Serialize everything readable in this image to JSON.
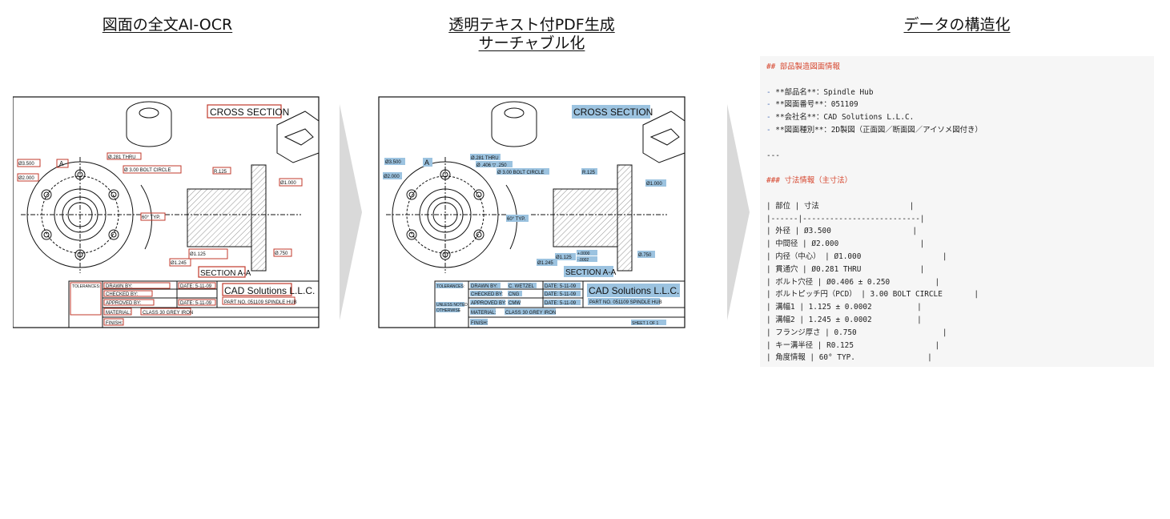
{
  "headers": {
    "ocr": "図面の全文AI-OCR",
    "pdf_line1": "透明テキスト付PDF生成",
    "pdf_line2": "サーチャブル化",
    "structure": "データの構造化"
  },
  "drawing": {
    "cross_section": "CROSS SECTION",
    "section": "SECTION A-A",
    "company": "CAD Solutions L.L.C.",
    "part_no": "PART NO. 051109 SPINDLE HUB",
    "drawn_by": "DRAWN BY:",
    "drawn_name": "C. WETZEL",
    "checked_by": "CHECKED BY:",
    "checked_name": "CNG",
    "approved_by": "APPROVED BY:",
    "approved_name": "CMW",
    "date1": "DATE: 5-11-09",
    "date2": "DATE: 5-11-09",
    "date3": "DATE: 5-11-09",
    "tolerances": "TOLERANCES:",
    "unless": "UNLESS NOTED",
    "otherwise": "OTHERWISE",
    "material": "MATERIAL:",
    "material_val": "CLASS 30 GREY IRON",
    "finish": "FINISH:",
    "dia_3500": "Ø3.500",
    "dia_2000": "Ø2.000",
    "thru": "Ø.281 THRU",
    "bolt_hole": "Ø .406 ▽ .250",
    "bolt_circle": "Ø 3.00 BOLT CIRCLE",
    "angle": "60° TYP.",
    "r125": "R.125",
    "dia_1000": "Ø1.000",
    "dia_750": "Ø.750",
    "dia_1245": "Ø1.245",
    "dia_1125": "Ø1.125",
    "tol_000": "+.0000",
    "tol_002": "-.0002",
    "label_a": "A",
    "sheet": "SHEET 1 OF 1"
  },
  "markdown": [
    {
      "kind": "h2",
      "text": "## 部品製造図面情報"
    },
    {
      "kind": "blank",
      "text": ""
    },
    {
      "kind": "li",
      "bullet": "- ",
      "text": "**部品名**：Spindle Hub"
    },
    {
      "kind": "li",
      "bullet": "- ",
      "text": "**図面番号**：051109"
    },
    {
      "kind": "li",
      "bullet": "- ",
      "text": "**会社名**：CAD Solutions L.L.C."
    },
    {
      "kind": "li",
      "bullet": "- ",
      "text": "**図面種別**：2D製図（正面図／断面図／アイソメ図付き）"
    },
    {
      "kind": "blank",
      "text": ""
    },
    {
      "kind": "p",
      "text": "---"
    },
    {
      "kind": "blank",
      "text": ""
    },
    {
      "kind": "h3",
      "text": "### 寸法情報（主寸法）"
    },
    {
      "kind": "blank",
      "text": ""
    },
    {
      "kind": "row",
      "text": "| 部位 | 寸法                    |"
    },
    {
      "kind": "row",
      "text": "|------|--------------------------|"
    },
    {
      "kind": "row",
      "text": "| 外径 | Ø3.500                  |"
    },
    {
      "kind": "row",
      "text": "| 中間径 | Ø2.000                  |"
    },
    {
      "kind": "row",
      "text": "| 内径（中心） | Ø1.000                  |"
    },
    {
      "kind": "row",
      "text": "| 貫通穴 | Ø0.281 THRU             |"
    },
    {
      "kind": "row",
      "text": "| ボルト穴径 | Ø0.406 ± 0.250          |"
    },
    {
      "kind": "row",
      "text": "| ボルトピッチ円（PCD） | 3.00 BOLT CIRCLE       |"
    },
    {
      "kind": "row",
      "text": "| 溝幅1 | 1.125 ± 0.0002          |"
    },
    {
      "kind": "row",
      "text": "| 溝幅2 | 1.245 ± 0.0002          |"
    },
    {
      "kind": "row",
      "text": "| フランジ厚さ | 0.750                   |"
    },
    {
      "kind": "row",
      "text": "| キー溝半径 | R0.125                  |"
    },
    {
      "kind": "row",
      "text": "| 角度情報 | 60° TYP.                |"
    }
  ]
}
